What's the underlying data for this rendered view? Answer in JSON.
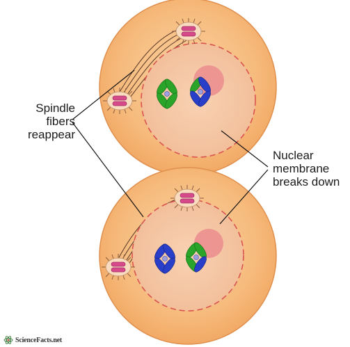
{
  "labels": {
    "spindle": [
      "Spindle",
      "fibers",
      "reappear"
    ],
    "nuclear": [
      "Nuclear",
      "membrane",
      "breaks down"
    ]
  },
  "brand": {
    "name": "ScienceFacts.net"
  },
  "colors": {
    "cytoplasm": "#f5b877",
    "cell_outline": "#e08f4d",
    "nucleus": "#f4c3a0",
    "nuclear_membrane": "#d9534f",
    "nucleolus": "#ec8f8f",
    "centrosome": "#f9dcc0",
    "centriole": "#d64a8a",
    "chromosome_green": "#2aa52a",
    "chromosome_blue": "#2a3fc9",
    "centromere": "#9aa0e0",
    "leader_line": "#111111"
  }
}
